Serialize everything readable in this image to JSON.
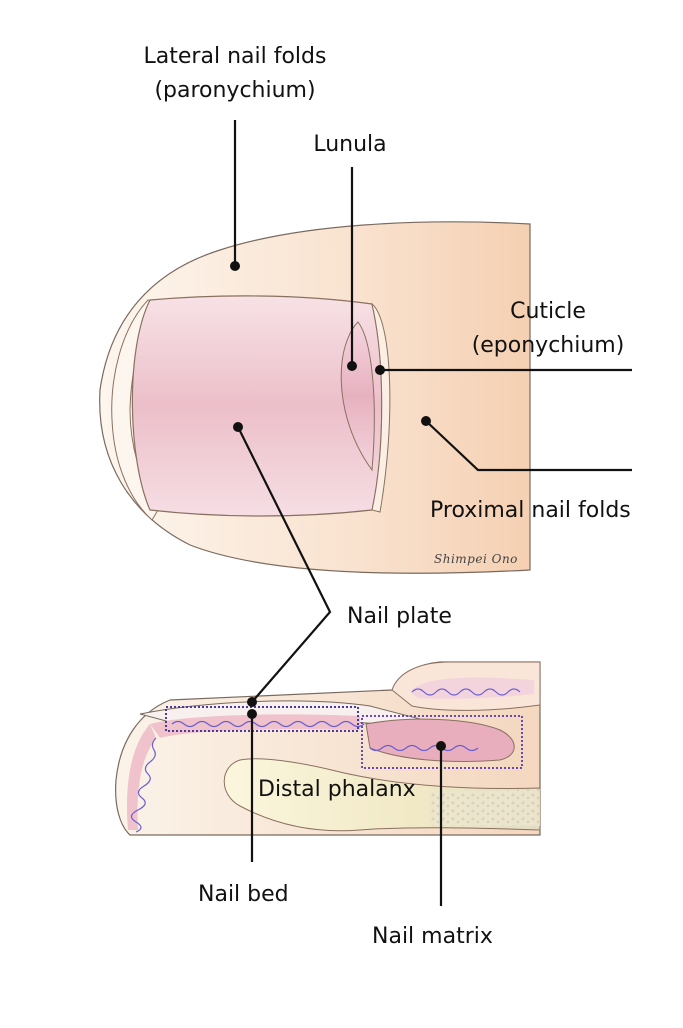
{
  "labels": {
    "lateral_nail_folds_line1": "Lateral nail folds",
    "lateral_nail_folds_line2": "(paronychium)",
    "lunula": "Lunula",
    "cuticle_line1": "Cuticle",
    "cuticle_line2": "(eponychium)",
    "proximal_nail_folds": "Proximal nail folds",
    "nail_plate": "Nail plate",
    "distal_phalanx": "Distal phalanx",
    "nail_bed": "Nail bed",
    "nail_matrix": "Nail matrix"
  },
  "signature": "Shimpei Ono",
  "colors": {
    "skin_light": "#fcefe2",
    "skin_mid": "#f6d3b8",
    "nail_pink": "#efc3cc",
    "nail_pink_light": "#f8e3e8",
    "lunula_pink": "#ebb8c4",
    "bone": "#f6eed2",
    "outline": "#8a7060",
    "wavy_line": "#6b5fd0",
    "dotted_box": "#4a3a9a",
    "leader": "#111111"
  }
}
